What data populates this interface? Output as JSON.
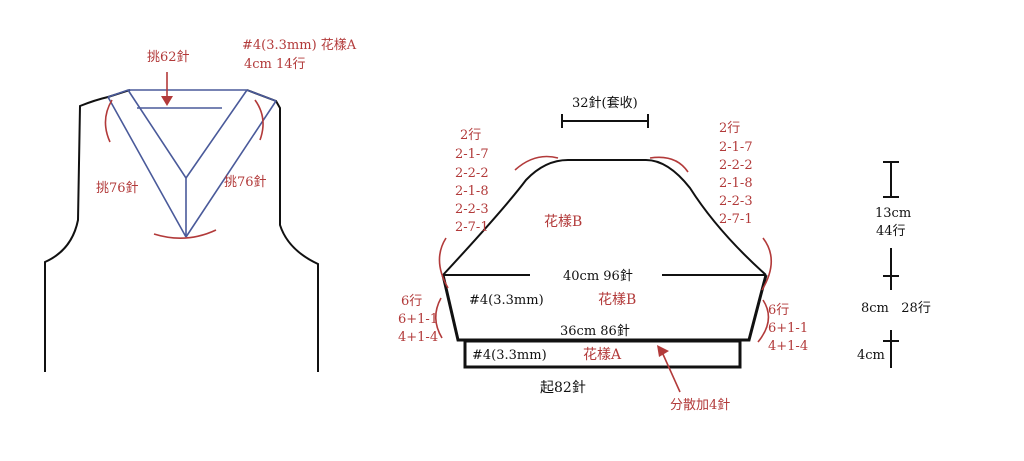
{
  "front_vest": {
    "pickup_center": "挑62針",
    "needle_pattern": "#4(3.3mm)  花樣A",
    "band_size": "4cm  14行",
    "pickup_left": "挑76針",
    "pickup_right": "挑76針"
  },
  "back_body": {
    "bind_off": "32針(套收)",
    "shoulder_left": [
      "2行",
      "2-1-7",
      "2-2-2",
      "2-1-8",
      "2-2-3",
      "2-7-1"
    ],
    "shoulder_right": [
      "2行",
      "2-1-7",
      "2-2-2",
      "2-1-8",
      "2-2-3",
      "2-7-1"
    ],
    "pattern_b_top": "花樣B",
    "width_top": "40cm  96針",
    "needle_mid": "#4(3.3mm)",
    "pattern_b_mid": "花樣B",
    "width_mid": "36cm  86針",
    "side_left": [
      "6行",
      "6+1-1",
      "4+1-4"
    ],
    "side_right": [
      "6行",
      "6+1-1",
      "4+1-4"
    ],
    "rib_needle": "#4(3.3mm)",
    "rib_pattern": "花樣A",
    "cast_on": "起82針",
    "increase_note": "分散加4針"
  },
  "measurements": {
    "top": [
      "13cm",
      "44行"
    ],
    "mid": "8cm   28行",
    "bottom": "4cm"
  },
  "colors": {
    "annotation_red": "#b23a3a",
    "neckband_blue": "#4a5a9a",
    "outline_black": "#111111"
  }
}
